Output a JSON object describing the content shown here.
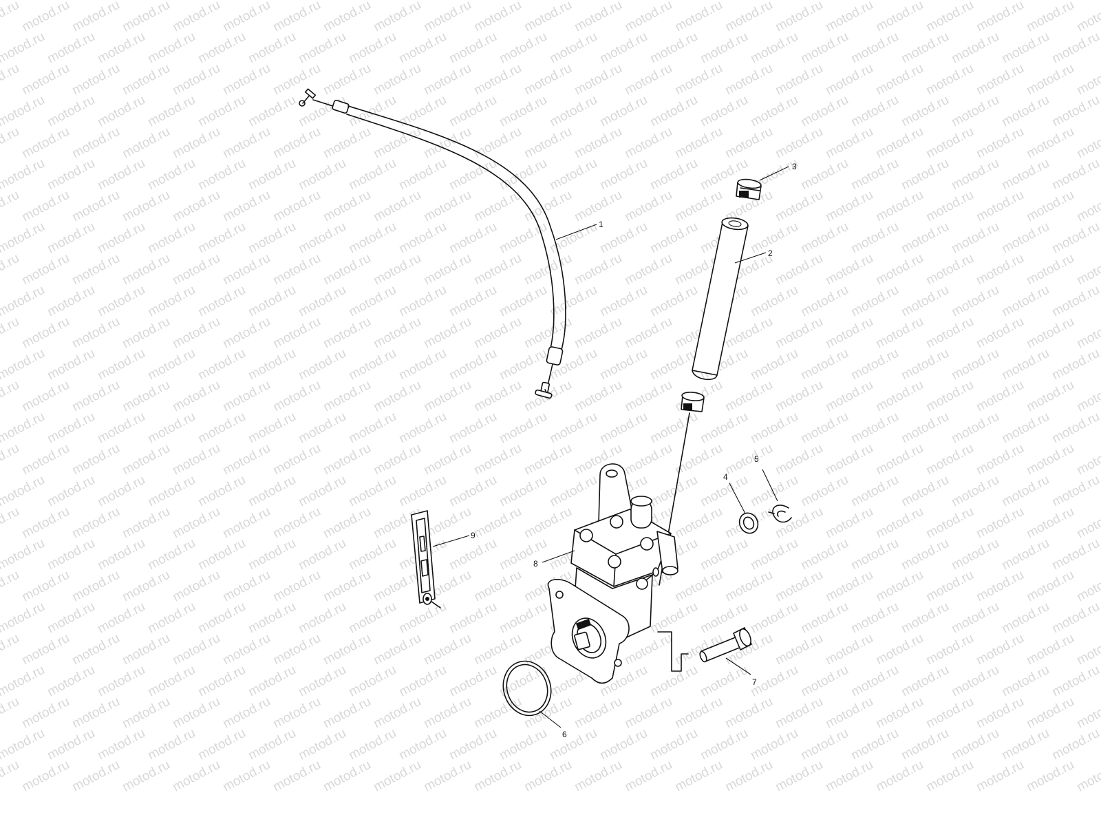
{
  "watermark": {
    "text": "motod.ru"
  },
  "parts": [
    {
      "id": "cable",
      "label": "1"
    },
    {
      "id": "hose",
      "label": "2"
    },
    {
      "id": "hose-clamp",
      "label": "3"
    },
    {
      "id": "washer",
      "label": "4"
    },
    {
      "id": "clip",
      "label": "5"
    },
    {
      "id": "o-ring",
      "label": "6"
    },
    {
      "id": "bolt",
      "label": "7"
    },
    {
      "id": "oil-pump",
      "label": "8"
    },
    {
      "id": "gauge-strip",
      "label": "9"
    }
  ]
}
